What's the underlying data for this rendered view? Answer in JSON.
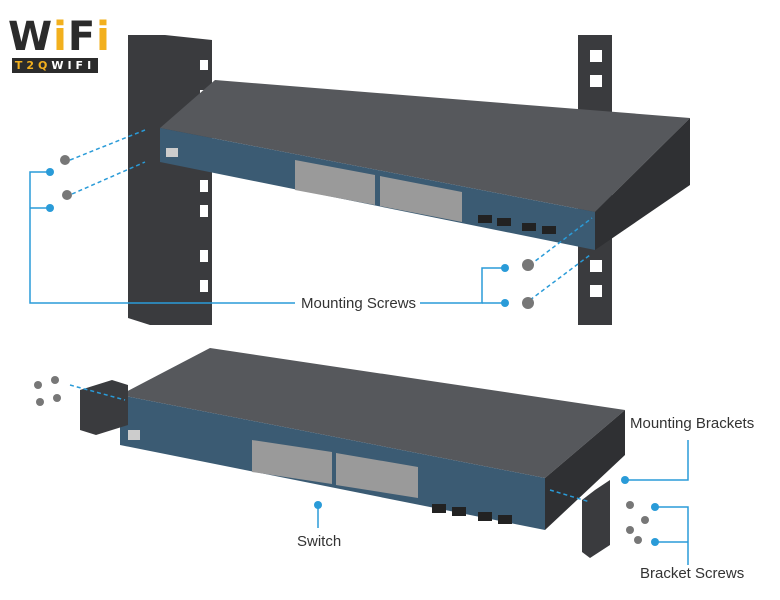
{
  "logo": {
    "word_main": "W",
    "word_i1": "i",
    "word_f": "F",
    "word_i2": "i",
    "tagline_a": "T2Q",
    "tagline_b": "WIFI"
  },
  "labels": {
    "mounting_screws": "Mounting Screws",
    "mounting_brackets": "Mounting Brackets",
    "switch": "Switch",
    "bracket_screws": "Bracket Screws"
  },
  "colors": {
    "callout": "#2a9bd8",
    "switch_front": "#3b5b73",
    "switch_body": "#4a4c50",
    "rack": "#3a3b3e",
    "logo_accent": "#f2b01e"
  }
}
